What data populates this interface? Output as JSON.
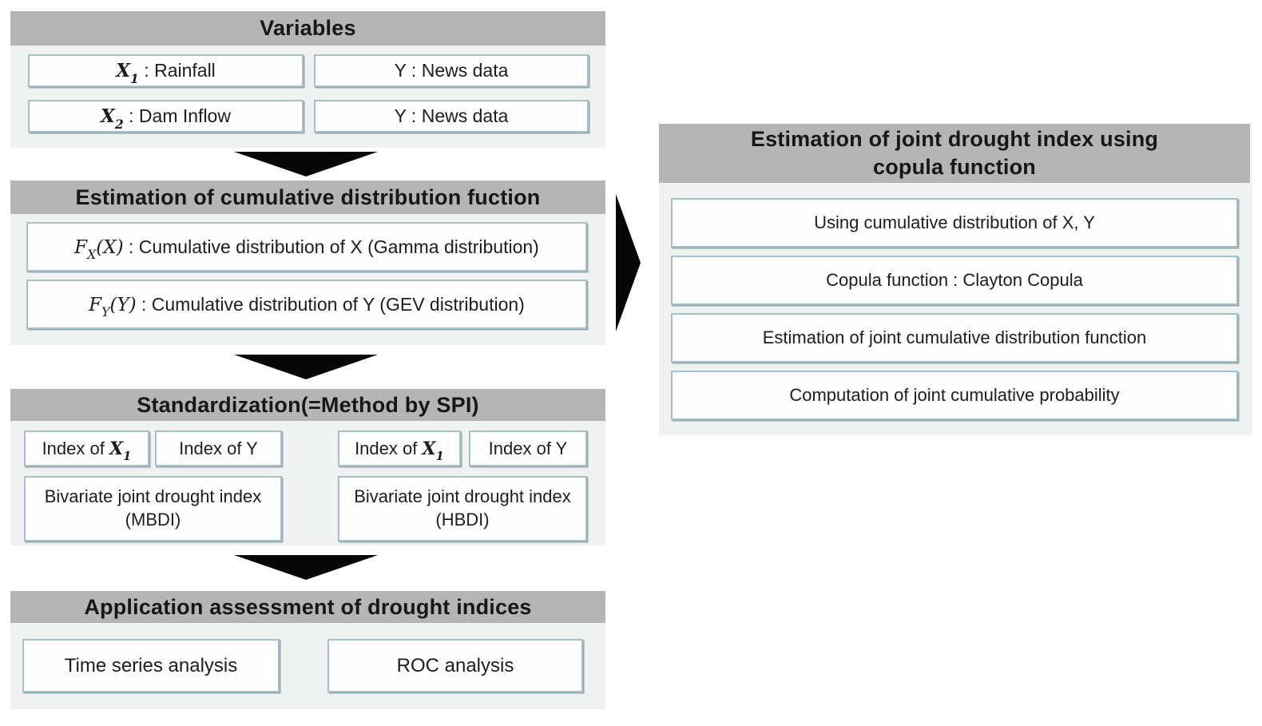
{
  "left_flow": {
    "variables": {
      "title": "Variables",
      "rows": [
        {
          "left": {
            "var": "X",
            "sub": "1",
            "rest": " :  Rainfall"
          },
          "right": "Y : News data"
        },
        {
          "left": {
            "var": "X",
            "sub": "2",
            "rest": " :  Dam Inflow"
          },
          "right": "Y : News data"
        }
      ]
    },
    "cdf": {
      "title": "Estimation of cumulative distribution fuction",
      "boxes": [
        {
          "func": "F",
          "fsub": "X",
          "arg": "(X)",
          "rest": " : Cumulative distribution of X (Gamma distribution)"
        },
        {
          "func": "F",
          "fsub": "Y",
          "arg": "(Y)",
          "rest": " : Cumulative distribution of Y (GEV distribution)"
        }
      ]
    },
    "standardization": {
      "title": "Standardization(=Method by SPI)",
      "groups": [
        {
          "index_x_prefix": "Index of ",
          "index_x_var": "X",
          "index_x_sub": "1",
          "index_y": "Index of Y",
          "joint_line1": "Bivariate joint drought index",
          "joint_line2": "(MBDI)"
        },
        {
          "index_x_prefix": "Index of ",
          "index_x_var": "X",
          "index_x_sub": "1",
          "index_y": "Index of Y",
          "joint_line1": "Bivariate joint drought index",
          "joint_line2": "(HBDI)"
        }
      ]
    },
    "application": {
      "title": "Application assessment of drought indices",
      "boxes": [
        "Time series analysis",
        "ROC analysis"
      ]
    }
  },
  "right_panel": {
    "title_line1": "Estimation of joint drought index using",
    "title_line2": "copula function",
    "steps": [
      "Using cumulative distribution of X, Y",
      "Copula function : Clayton Copula",
      "Estimation of joint cumulative distribution function",
      "Computation of joint cumulative probability"
    ]
  },
  "colors": {
    "header_gray": "#b5b5b5",
    "section_bg": "#f0f1f1",
    "box_border": "#a6c0ca",
    "arrow": "#070707",
    "text": "#1d1d1d"
  }
}
